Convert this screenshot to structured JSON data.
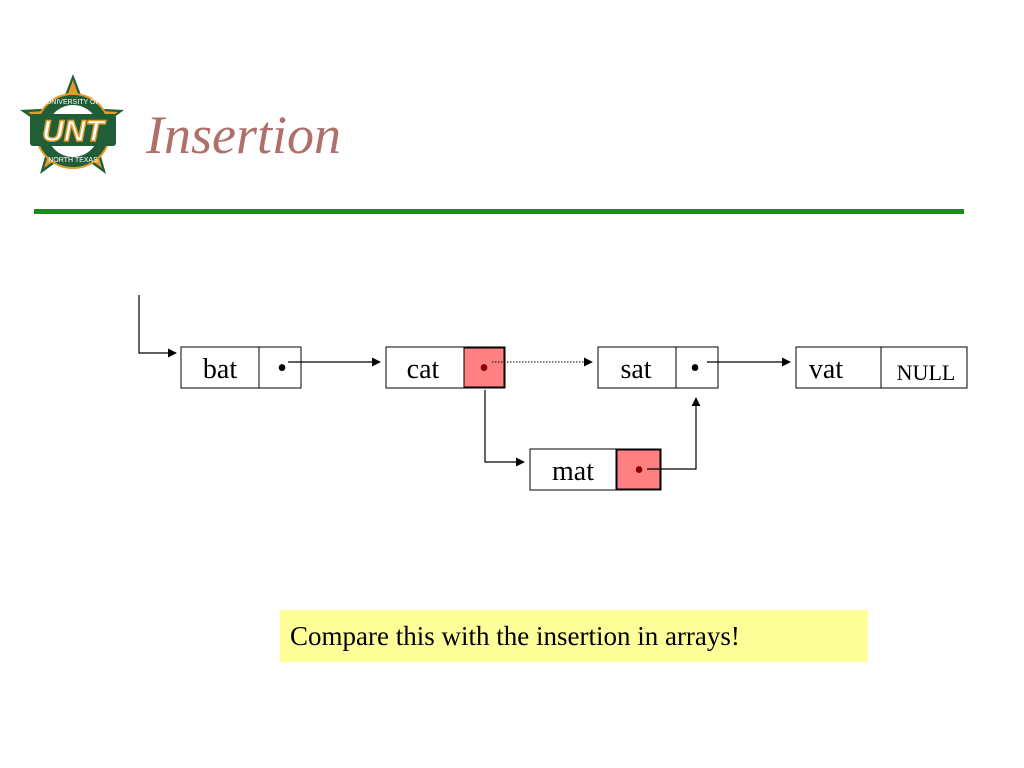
{
  "slide": {
    "title": "Insertion",
    "logo": {
      "text": "UNT",
      "ring_top": "UNIVERSITY OF",
      "ring_bottom": "NORTH TEXAS",
      "icon": "unt-star-logo"
    },
    "note": "Compare this with the insertion in arrays!"
  },
  "diagram": {
    "nodes": [
      {
        "id": "bat",
        "label": "bat",
        "pointer": "•"
      },
      {
        "id": "cat",
        "label": "cat",
        "pointer": "•",
        "highlight": true
      },
      {
        "id": "sat",
        "label": "sat",
        "pointer": "•"
      },
      {
        "id": "vat",
        "label": "vat",
        "pointer": "NULL"
      },
      {
        "id": "mat",
        "label": "mat",
        "pointer": "•",
        "highlight": true
      }
    ],
    "links": [
      {
        "from": "head",
        "to": "bat",
        "style": "solid"
      },
      {
        "from": "bat",
        "to": "cat",
        "style": "solid"
      },
      {
        "from": "cat",
        "to": "sat",
        "style": "dotted"
      },
      {
        "from": "sat",
        "to": "vat",
        "style": "solid"
      },
      {
        "from": "cat",
        "to": "mat",
        "style": "solid"
      },
      {
        "from": "mat",
        "to": "sat",
        "style": "solid"
      }
    ],
    "colors": {
      "highlight_fill": "#ff8080",
      "highlight_dot": "#8b0000",
      "line": "#000000"
    }
  },
  "colors": {
    "title": "#b0706a",
    "rule": "#1c8a1c",
    "note_bg": "#ffff99"
  }
}
